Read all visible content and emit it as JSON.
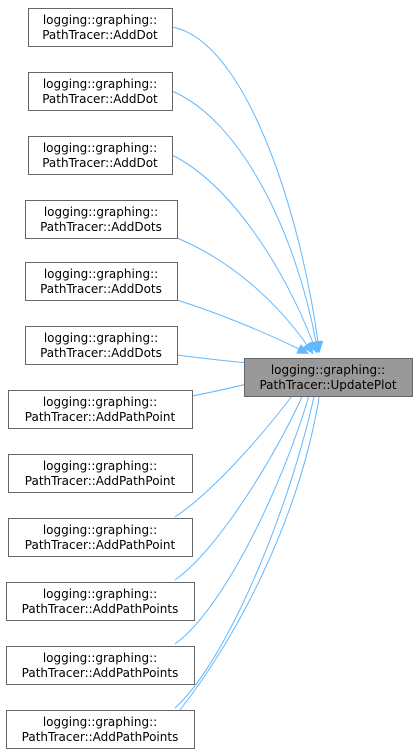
{
  "graph": {
    "target": {
      "line1": "logging::graphing::",
      "line2": "PathTracer::UpdatePlot"
    },
    "callers": [
      {
        "line1": "logging::graphing::",
        "line2": "PathTracer::AddDot"
      },
      {
        "line1": "logging::graphing::",
        "line2": "PathTracer::AddDot"
      },
      {
        "line1": "logging::graphing::",
        "line2": "PathTracer::AddDot"
      },
      {
        "line1": "logging::graphing::",
        "line2": "PathTracer::AddDots"
      },
      {
        "line1": "logging::graphing::",
        "line2": "PathTracer::AddDots"
      },
      {
        "line1": "logging::graphing::",
        "line2": "PathTracer::AddDots"
      },
      {
        "line1": "logging::graphing::",
        "line2": "PathTracer::AddPathPoint"
      },
      {
        "line1": "logging::graphing::",
        "line2": "PathTracer::AddPathPoint"
      },
      {
        "line1": "logging::graphing::",
        "line2": "PathTracer::AddPathPoint"
      },
      {
        "line1": "logging::graphing::",
        "line2": "PathTracer::AddPathPoints"
      },
      {
        "line1": "logging::graphing::",
        "line2": "PathTracer::AddPathPoints"
      },
      {
        "line1": "logging::graphing::",
        "line2": "PathTracer::AddPathPoints"
      }
    ],
    "colors": {
      "edge": "#63b8ff",
      "node_border": "#666666",
      "node_fill": "#ffffff",
      "target_fill": "#999999",
      "text": "#000000"
    }
  }
}
